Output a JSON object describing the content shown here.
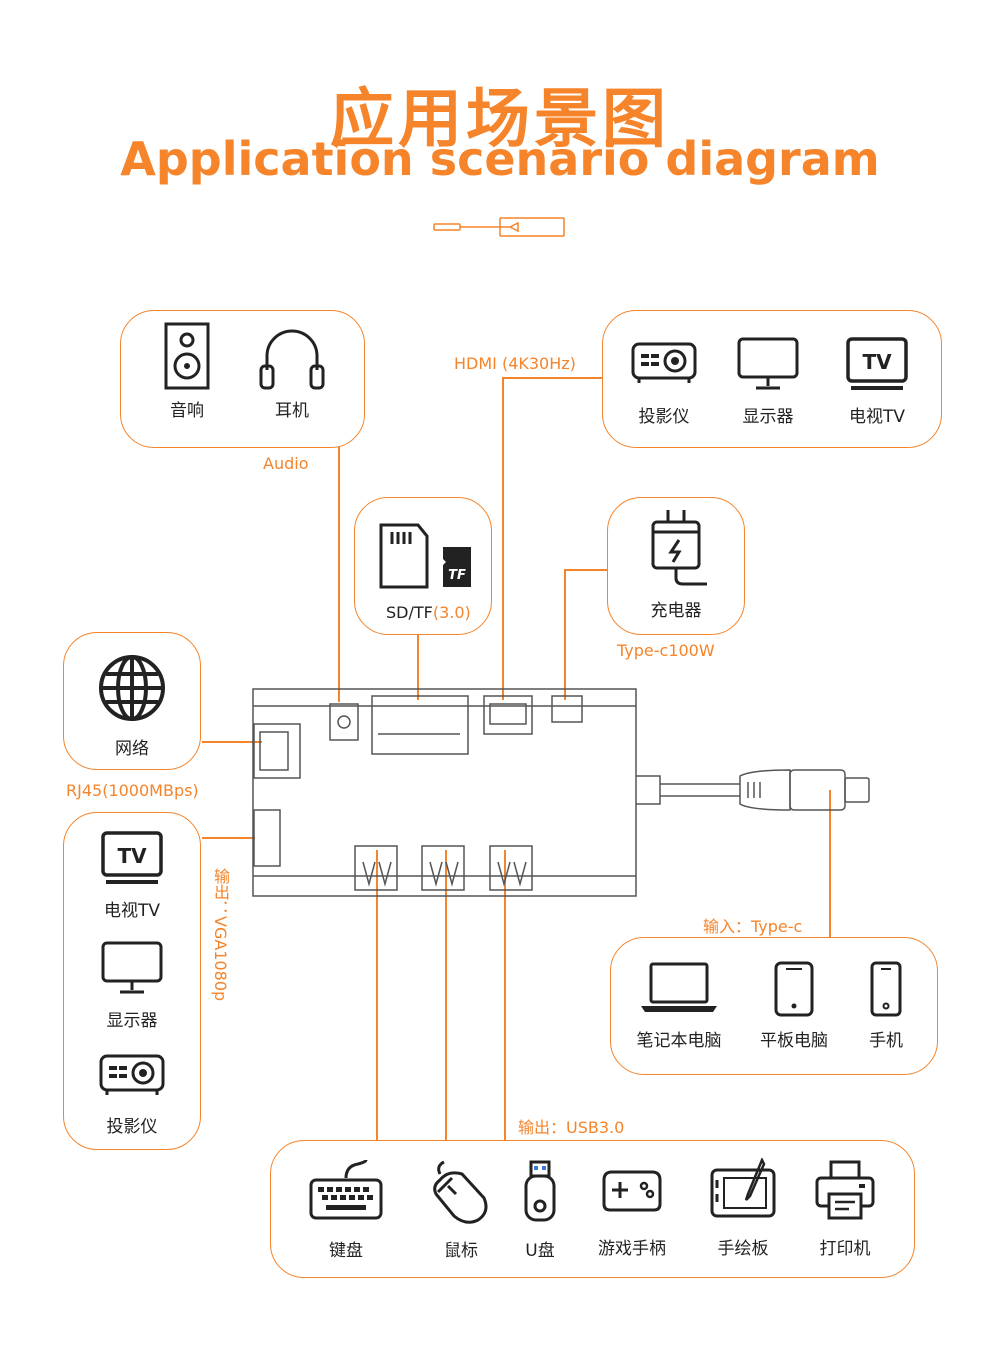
{
  "title": {
    "cn": "应用场景图",
    "en": "Application scenario diagram"
  },
  "audio": {
    "caption": "Audio",
    "items": [
      {
        "label": "音响",
        "icon": "speaker-icon"
      },
      {
        "label": "耳机",
        "icon": "headphones-icon"
      }
    ]
  },
  "hdmi": {
    "caption": "HDMI (4K30Hz)",
    "items": [
      {
        "label": "投影仪",
        "icon": "projector-icon"
      },
      {
        "label": "显示器",
        "icon": "monitor-icon"
      },
      {
        "label": "电视TV",
        "icon": "tv-icon"
      }
    ]
  },
  "sd": {
    "label_main": "SD/TF",
    "label_ver": "(3.0)",
    "icons": [
      "sd-card-icon",
      "tf-card-icon"
    ],
    "tf_text": "TF"
  },
  "charger": {
    "label": "充电器",
    "caption": "Type-c100W",
    "icon": "charger-icon"
  },
  "network": {
    "label": "网络",
    "caption": "RJ45(1000MBps)",
    "icon": "globe-icon"
  },
  "vga": {
    "caption": "输出：VGA1080p",
    "items": [
      {
        "label": "电视TV",
        "icon": "tv-icon"
      },
      {
        "label": "显示器",
        "icon": "monitor-icon"
      },
      {
        "label": "投影仪",
        "icon": "projector-icon"
      }
    ]
  },
  "input": {
    "caption": "输入：Type-c",
    "items": [
      {
        "label": "笔记本电脑",
        "icon": "laptop-icon"
      },
      {
        "label": "平板电脑",
        "icon": "tablet-icon"
      },
      {
        "label": "手机",
        "icon": "phone-icon"
      }
    ]
  },
  "usb": {
    "caption": "输出：USB3.0",
    "items": [
      {
        "label": "键盘",
        "icon": "keyboard-icon"
      },
      {
        "label": "鼠标",
        "icon": "mouse-icon"
      },
      {
        "label": "U盘",
        "icon": "usb-drive-icon"
      },
      {
        "label": "游戏手柄",
        "icon": "gamepad-icon"
      },
      {
        "label": "手绘板",
        "icon": "drawing-tablet-icon"
      },
      {
        "label": "打印机",
        "icon": "printer-icon"
      }
    ]
  },
  "tv_text": "TV",
  "colors": {
    "accent": "#F5842B",
    "line": "#222222",
    "hub": "#555555"
  }
}
